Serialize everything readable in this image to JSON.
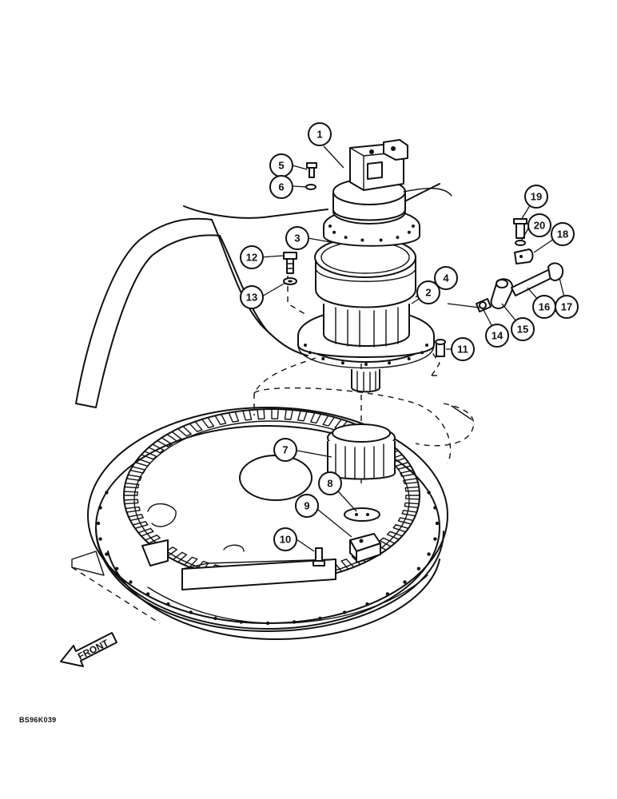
{
  "figure_code": "BS96K039",
  "front_label": "FRONT",
  "callouts": [
    {
      "id": "1",
      "label": "1"
    },
    {
      "id": "2",
      "label": "2"
    },
    {
      "id": "3",
      "label": "3"
    },
    {
      "id": "4",
      "label": "4"
    },
    {
      "id": "5",
      "label": "5"
    },
    {
      "id": "6",
      "label": "6"
    },
    {
      "id": "7",
      "label": "7"
    },
    {
      "id": "8",
      "label": "8"
    },
    {
      "id": "9",
      "label": "9"
    },
    {
      "id": "10",
      "label": "10"
    },
    {
      "id": "11",
      "label": "11"
    },
    {
      "id": "12",
      "label": "12"
    },
    {
      "id": "13",
      "label": "13"
    },
    {
      "id": "14",
      "label": "14"
    },
    {
      "id": "15",
      "label": "15"
    },
    {
      "id": "16",
      "label": "16"
    },
    {
      "id": "17",
      "label": "17"
    },
    {
      "id": "18",
      "label": "18"
    },
    {
      "id": "19",
      "label": "19"
    },
    {
      "id": "20",
      "label": "20"
    }
  ]
}
